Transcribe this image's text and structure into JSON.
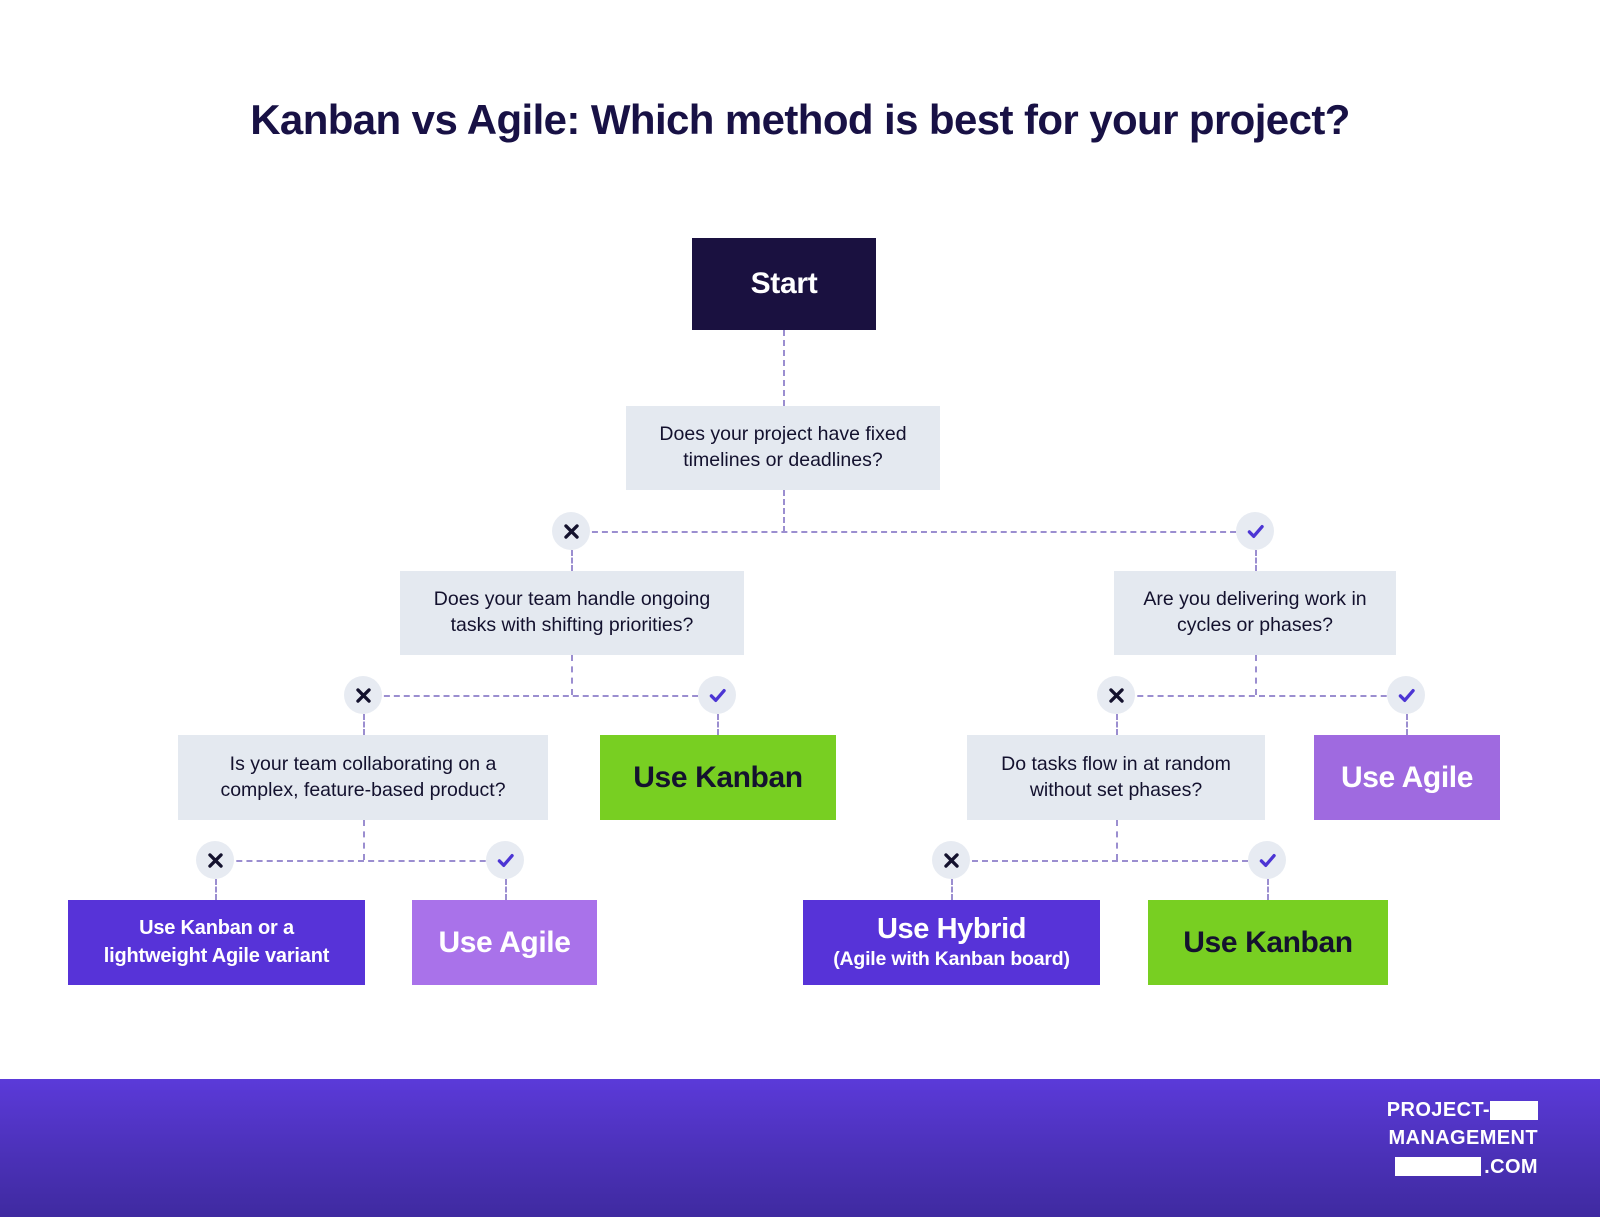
{
  "title": "Kanban vs Agile: Which method is best for your project?",
  "flow": {
    "start": {
      "label": "Start"
    },
    "q1": {
      "line1": "Does your project have fixed",
      "line2": "timelines or deadlines?"
    },
    "q2_left": {
      "line1": "Does your team handle ongoing",
      "line2": "tasks with shifting priorities?"
    },
    "q2_right": {
      "line1": "Are you delivering work in",
      "line2": "cycles or phases?"
    },
    "q3_left": {
      "line1": "Is your team collaborating on a",
      "line2": "complex, feature-based product?"
    },
    "q3_right": {
      "line1": "Do tasks flow in at random",
      "line2": "without set phases?"
    },
    "outcome_kanban_mid": {
      "label": "Use Kanban"
    },
    "outcome_agile_mid": {
      "label": "Use Agile"
    },
    "outcome_kanban_lightweight": {
      "line1": "Use Kanban or a",
      "line2": "lightweight Agile variant"
    },
    "outcome_agile_bottom": {
      "label": "Use Agile"
    },
    "outcome_hybrid": {
      "main": "Use Hybrid",
      "sub": "(Agile with Kanban board)"
    },
    "outcome_kanban_bottom": {
      "label": "Use Kanban"
    }
  },
  "markers": {
    "no_icon": "x-mark-icon",
    "yes_icon": "check-mark-icon"
  },
  "colors": {
    "title": "#181145",
    "start_box": "#1a1140",
    "question_box": "#e4e9f0",
    "kanban_green": "#78cf22",
    "agile_purple": "#9f6ae0",
    "agile_light_purple": "#a972ea",
    "deep_purple": "#5733d8",
    "connector": "#9b8ed0",
    "marker_bg": "#e7ebf2",
    "check_purple": "#4c35d4",
    "x_navy": "#14122e",
    "footer_top": "#5b3ad9",
    "footer_bottom": "#3f2aa0"
  },
  "footer": {
    "logo_line1": "PROJECT-",
    "logo_line2": "MANAGEMENT",
    "logo_line3": ".COM"
  }
}
